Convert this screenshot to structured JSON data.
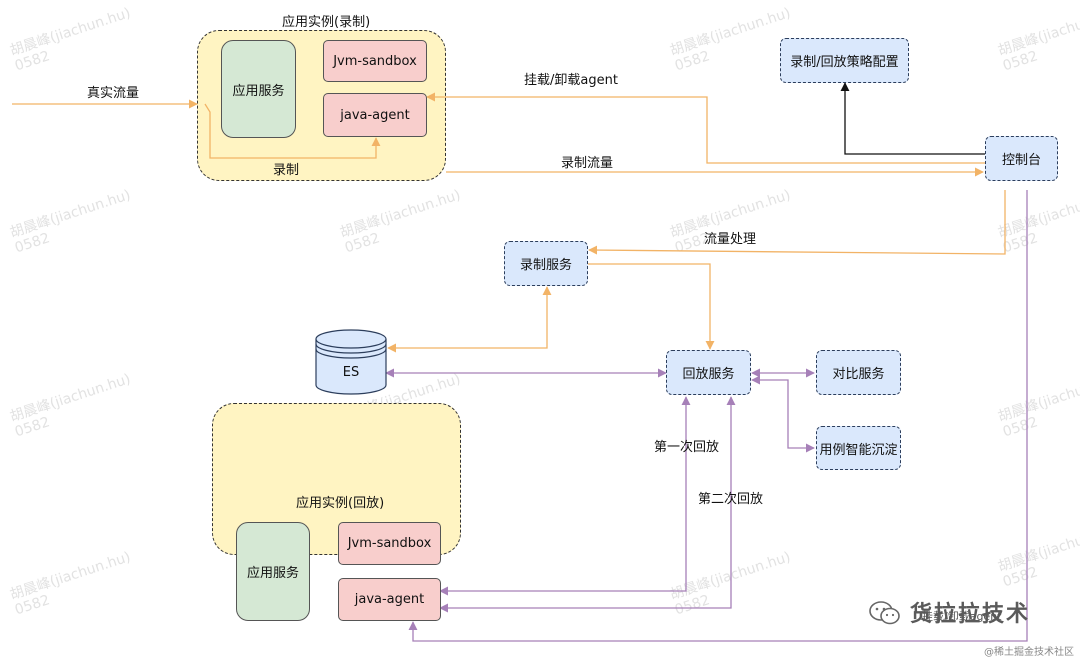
{
  "watermark": {
    "line1": "胡晨峰(jiachun.hu)",
    "line2": "0582"
  },
  "containers": {
    "record": {
      "title": "应用实例(录制)"
    },
    "replay": {
      "title": "应用实例(回放)"
    }
  },
  "nodes": {
    "record_app_service": "应用服务",
    "record_jvm_sandbox": "Jvm-sandbox",
    "record_java_agent": "java-agent",
    "strategy_config": "录制/回放策略配置",
    "console": "控制台",
    "record_service": "录制服务",
    "es": "ES",
    "replay_service": "回放服务",
    "compare_service": "对比服务",
    "case_sediment": "用例智能沉淀",
    "replay_app_service": "应用服务",
    "replay_jvm_sandbox": "Jvm-sandbox",
    "replay_java_agent": "java-agent"
  },
  "edges": {
    "real_traffic": "真实流量",
    "record": "录制",
    "mount_agent": "挂载/卸载agent",
    "record_traffic": "录制流量",
    "traffic_processing": "流量处理",
    "first_replay": "第一次回放",
    "second_replay": "第二次回放",
    "mount_agent_bottom": "挂载/卸载agent"
  },
  "brand": {
    "name": "货拉拉技术",
    "footer": "@稀土掘金技术社区"
  },
  "colors": {
    "orange": "#f2b366",
    "purple": "#a680b8",
    "black": "#111111"
  }
}
